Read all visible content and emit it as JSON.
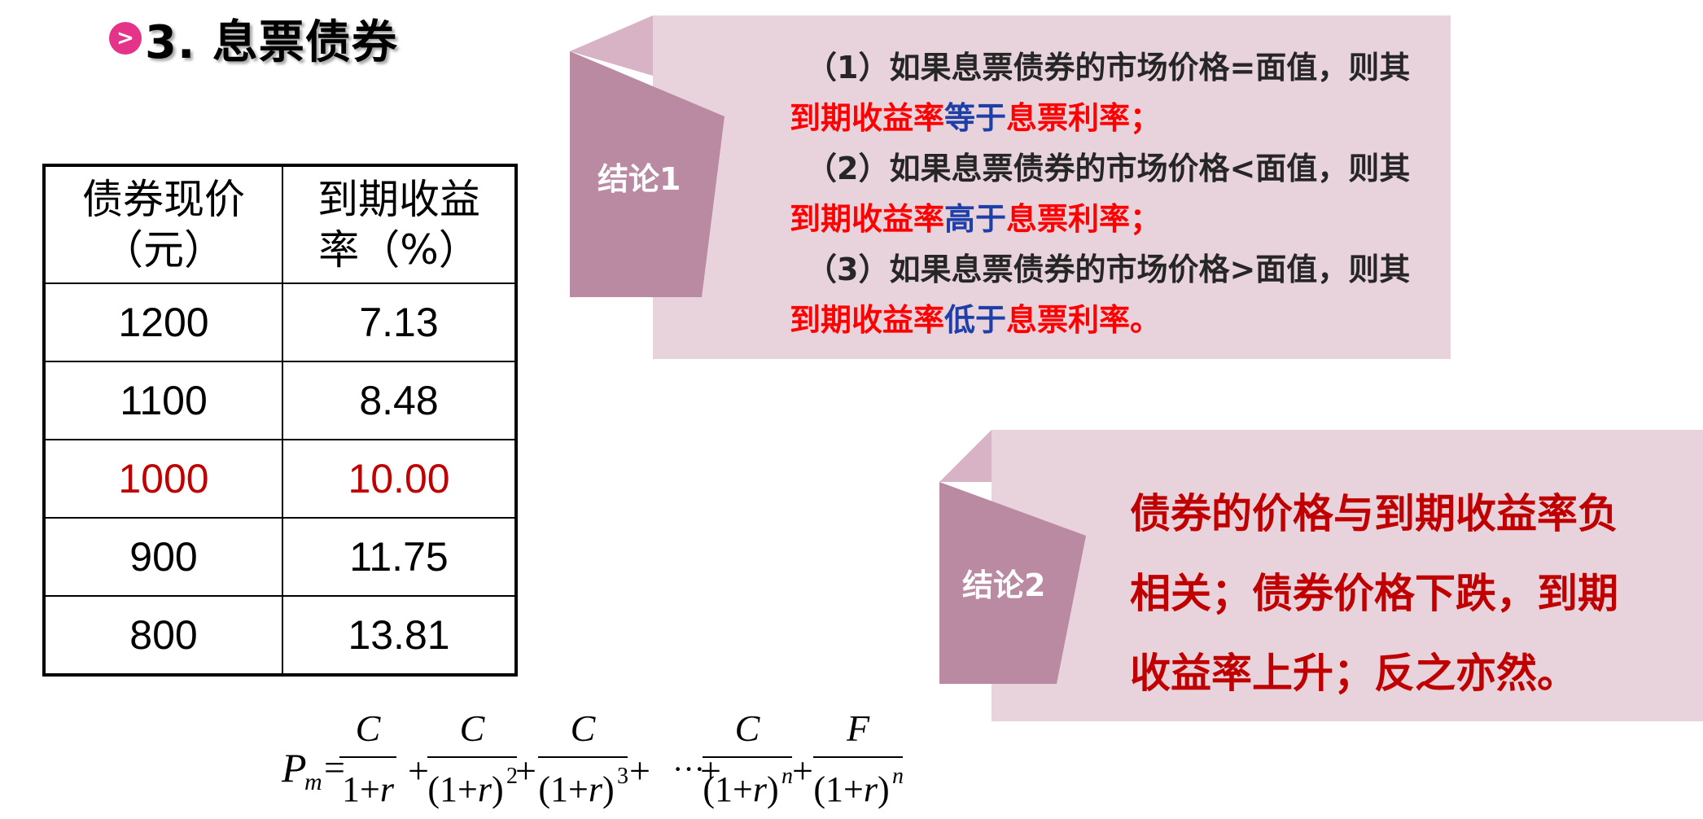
{
  "title": {
    "bullet": ">",
    "text": "3. 息票债券"
  },
  "table": {
    "headers": [
      [
        "债券现价",
        "（元）"
      ],
      [
        "到期收益",
        "率（%）"
      ]
    ],
    "rows": [
      {
        "price": "1200",
        "ytm": "7.13",
        "highlight": false
      },
      {
        "price": "1100",
        "ytm": "8.48",
        "highlight": false
      },
      {
        "price": "1000",
        "ytm": "10.00",
        "highlight": true
      },
      {
        "price": "900",
        "ytm": "11.75",
        "highlight": false
      },
      {
        "price": "800",
        "ytm": "13.81",
        "highlight": false
      }
    ]
  },
  "conclusion1": {
    "tab_label": "结论1",
    "items": [
      {
        "cond": "（1）如果息票债券的市场价格=面值，则其",
        "ytm": "到期收益率",
        "rel": "等于",
        "coupon": "息票利率",
        "end": "；"
      },
      {
        "cond": "（2）如果息票债券的市场价格<面值，则其",
        "ytm": "到期收益率",
        "rel": "高于",
        "coupon": "息票利率",
        "end": "；"
      },
      {
        "cond": "（3）如果息票债券的市场价格>面值，则其",
        "ytm": "到期收益率",
        "rel": "低于",
        "coupon": "息票利率",
        "end": "。"
      }
    ]
  },
  "conclusion2": {
    "tab_label": "结论2",
    "lines": [
      "债券的价格与到期收益率负",
      "相关；债券价格下跌，到期",
      "收益率上升；反之亦然。"
    ]
  },
  "formula": {
    "lhs": "P",
    "lhs_sub": "m",
    "terms": [
      {
        "num": "C",
        "den": "1+r",
        "exp": ""
      },
      {
        "num": "C",
        "den": "(1+r)",
        "exp": "2"
      },
      {
        "num": "C",
        "den": "(1+r)",
        "exp": "3"
      },
      {
        "num": "C",
        "den": "(1+r)",
        "exp": "n"
      },
      {
        "num": "F",
        "den": "(1+r)",
        "exp": "n"
      }
    ],
    "ellipsis": "···"
  },
  "colors": {
    "panel": "#e8d3dd",
    "tab": "#b98aa2",
    "tab_fold": "#d8b3c5",
    "red": "#ff0000",
    "dark_red": "#c00000",
    "blue": "#1f3fa8",
    "bullet": "#e6338a"
  }
}
